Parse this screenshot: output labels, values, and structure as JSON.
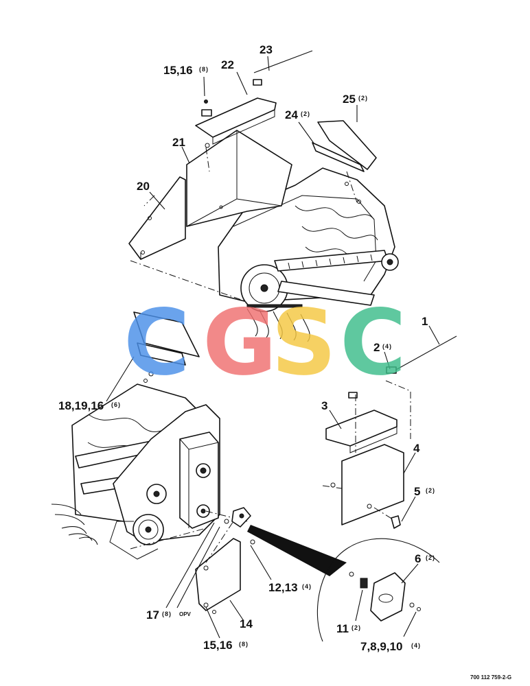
{
  "callouts": {
    "c1": {
      "num": "1",
      "qty": ""
    },
    "c2": {
      "num": "2",
      "qty": "(4)"
    },
    "c3": {
      "num": "3",
      "qty": ""
    },
    "c4": {
      "num": "4",
      "qty": ""
    },
    "c5": {
      "num": "5",
      "qty": "(2)"
    },
    "c6": {
      "num": "6",
      "qty": "(2)"
    },
    "c7": {
      "num": "7,8,9,10",
      "qty": "(4)"
    },
    "c11": {
      "num": "11",
      "qty": "(2)"
    },
    "c12": {
      "num": "12,13",
      "qty": "(4)"
    },
    "c14": {
      "num": "14",
      "qty": ""
    },
    "c15a": {
      "num": "15,16",
      "qty": "(8)"
    },
    "c15b": {
      "num": "15,16",
      "qty": "(8)"
    },
    "c17": {
      "num": "17",
      "qty": "(8)",
      "note": "OPV"
    },
    "c18": {
      "num": "18,19,16",
      "qty": "(6)"
    },
    "c20": {
      "num": "20",
      "qty": ""
    },
    "c21": {
      "num": "21",
      "qty": ""
    },
    "c22": {
      "num": "22",
      "qty": ""
    },
    "c23": {
      "num": "23",
      "qty": ""
    },
    "c24": {
      "num": "24",
      "qty": "(2)"
    },
    "c25": {
      "num": "25",
      "qty": "(2)"
    }
  },
  "drawing_number": "700 112 759-2-G",
  "watermark": {
    "letters": [
      "C",
      "G",
      "S",
      "C"
    ],
    "colors": [
      "#4a8fe8",
      "#f07070",
      "#f5c842",
      "#3dbd8a"
    ]
  }
}
